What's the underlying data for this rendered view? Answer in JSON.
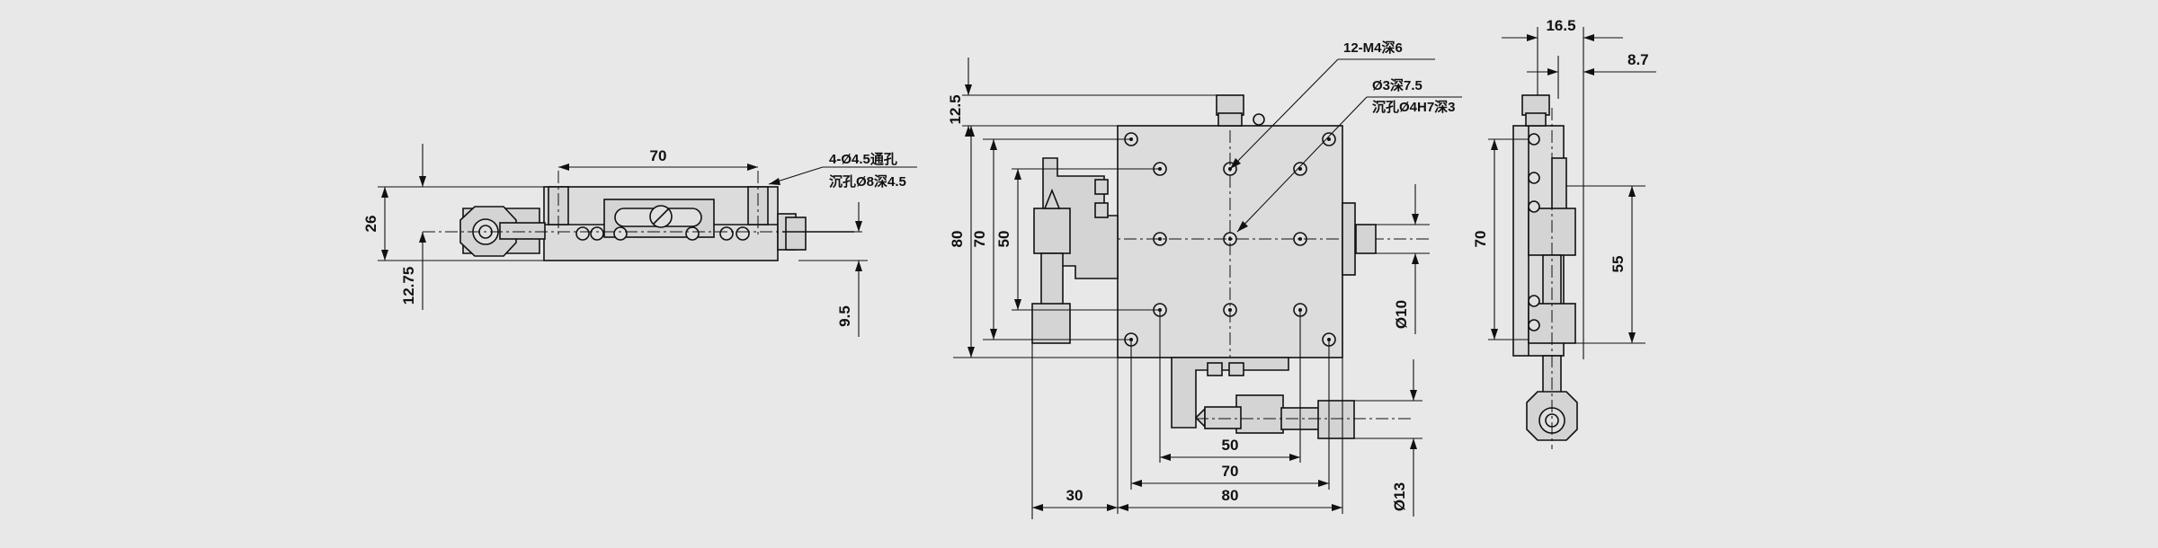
{
  "side_view": {
    "dim_width": "70",
    "dim_height": "26",
    "dim_center_height": "12.75",
    "dim_right_offset": "9.5",
    "note_holes_line1": "4-Ø4.5通孔",
    "note_holes_line2": "沉孔Ø8深4.5"
  },
  "top_view": {
    "dim_top_offset": "12.5",
    "dim_outer": "80",
    "dim_mid": "70",
    "dim_inner": "50",
    "dim_shaft": "Ø10",
    "dim_knob": "Ø13",
    "dim_bottom_50": "50",
    "dim_bottom_70": "70",
    "dim_bottom_80": "80",
    "dim_bottom_30": "30",
    "note_tapped_holes": "12-M4深6",
    "note_pin_line1": "Ø3深7.5",
    "note_pin_line2": "沉孔Ø4H7深3"
  },
  "end_view": {
    "dim_top_width": "16.5",
    "dim_top_offset": "8.7",
    "dim_height": "70",
    "dim_inner": "55"
  }
}
